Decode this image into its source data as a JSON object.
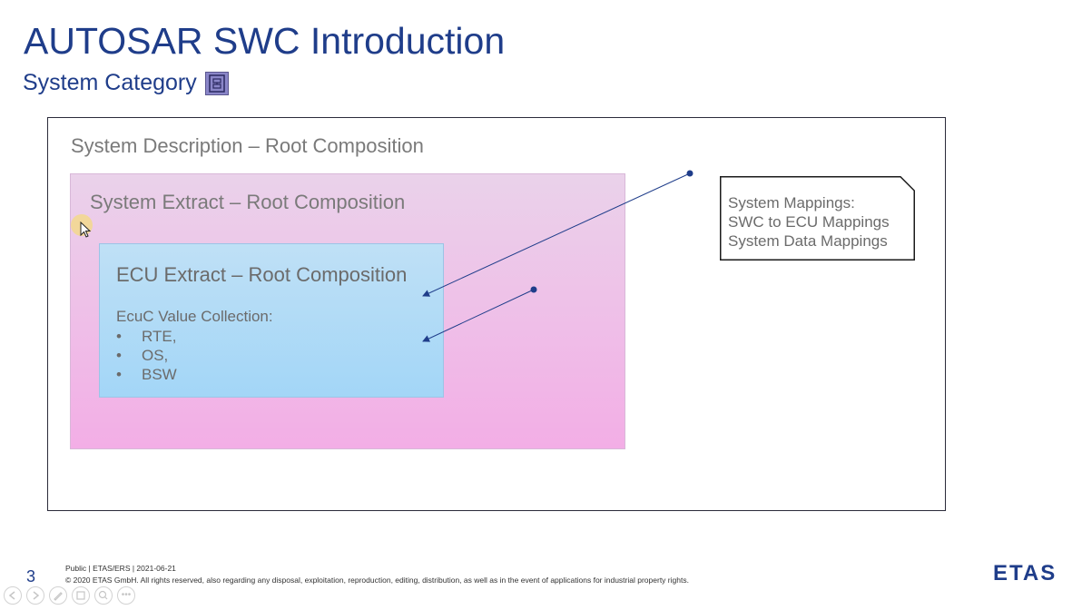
{
  "slide": {
    "title": "AUTOSAR SWC Introduction",
    "subtitle": "System Category",
    "subtitle_icon": "system-category-icon"
  },
  "diagram": {
    "system_description": "System Description – Root Composition",
    "system_extract": "System Extract – Root Composition",
    "ecu_extract": "ECU Extract – Root Composition",
    "ecuc_heading": "EcuC Value Collection:",
    "ecuc_items": [
      "RTE,",
      "OS,",
      "BSW"
    ],
    "bullet": "•",
    "mappings": [
      "System Mappings:",
      "SWC to ECU Mappings",
      "System Data Mappings"
    ]
  },
  "footer": {
    "page_number": "3",
    "classification": "Public | ETAS/ERS | 2021-06-21",
    "copyright": "© 2020 ETAS GmbH. All rights reserved, also regarding any disposal, exploitation, reproduction, editing, distribution, as well as in the event of applications for industrial property rights.",
    "logo": "ETAS"
  },
  "controls": {
    "icons": [
      "previous-icon",
      "next-icon",
      "pen-icon",
      "slides-icon",
      "zoom-icon",
      "more-icon"
    ],
    "more_label": "•••"
  },
  "colors": {
    "title": "#1f3d8a",
    "system_extract_fill": "#f3aee6",
    "ecu_extract_fill": "#a3d6f7",
    "arrow": "#1f3d8a"
  }
}
